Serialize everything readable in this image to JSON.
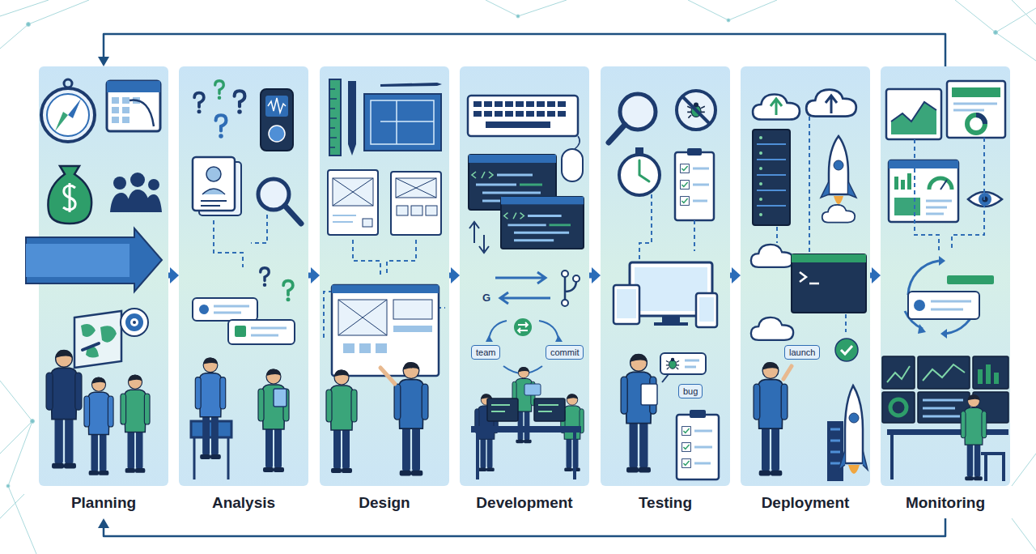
{
  "diagram": {
    "nodes": [
      {
        "text": [
          "Planning"
        ]
      },
      {
        "text": [
          "Analysis"
        ]
      },
      {
        "text": [
          "Design"
        ]
      },
      {
        "text": [
          "Development"
        ]
      },
      {
        "text": [
          "Testing"
        ]
      },
      {
        "text": [
          "Deployment"
        ]
      },
      {
        "text": [
          "Monitoring"
        ]
      },
      {
        "text": [
          "team"
        ],
        "in": 3
      },
      {
        "text": [
          "commit"
        ],
        "in": 3
      },
      {
        "text": [
          "bug"
        ],
        "in": 4
      },
      {
        "text": [
          "launch"
        ],
        "in": 5
      }
    ],
    "edges": [
      {
        "from": 0,
        "to": 1,
        "arrow": "to"
      },
      {
        "from": 1,
        "to": 2,
        "arrow": "to"
      },
      {
        "from": 2,
        "to": 3,
        "arrow": "to"
      },
      {
        "from": 3,
        "to": 4,
        "arrow": "to"
      },
      {
        "from": 4,
        "to": 5,
        "arrow": "to"
      },
      {
        "from": 5,
        "to": 6,
        "arrow": "to"
      },
      {
        "from": 6,
        "to": 0,
        "arrow": "to"
      },
      {
        "from": 6,
        "to": 0,
        "arrow": "to"
      }
    ],
    "labels": [
      "G"
    ]
  }
}
